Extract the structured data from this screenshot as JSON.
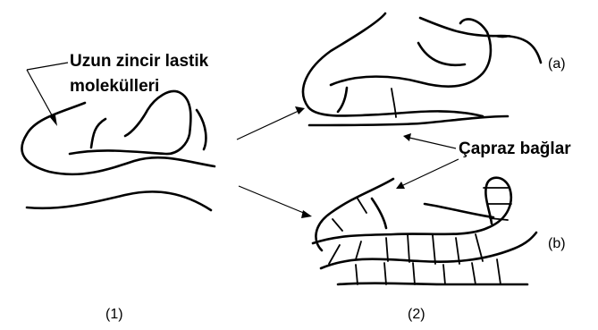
{
  "labels": {
    "long_chain": [
      "Uzun zincir lastik",
      "molekülleri"
    ],
    "crosslinks": "Çapraz bağlar",
    "state_uncrosslinked": "(1)",
    "state_crosslinked": "(2)",
    "variant_a": "(a)",
    "variant_b": "(b)"
  }
}
